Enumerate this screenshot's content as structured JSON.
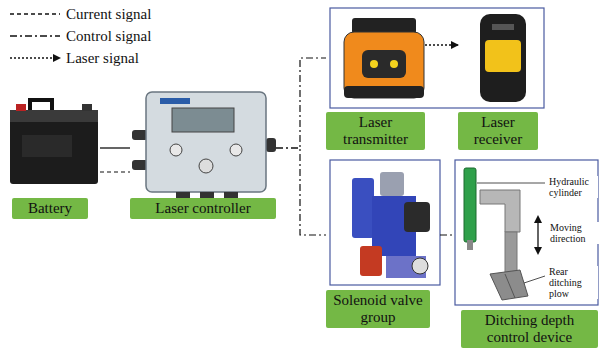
{
  "diagram": {
    "nodes": [
      {
        "text": [
          "Battery"
        ]
      },
      {
        "text": [
          "Laser controller"
        ]
      },
      {
        "text": [
          "Laser transmitter"
        ]
      },
      {
        "text": [
          "Laser receiver"
        ]
      },
      {
        "text": [
          "Solenoid valve group"
        ]
      },
      {
        "text": [
          "Ditching depth control device"
        ]
      }
    ],
    "edges": [
      {
        "from": 0,
        "to": 1,
        "arrow": "none"
      },
      {
        "from": 0,
        "to": 1,
        "arrow": "none"
      },
      {
        "from": 1,
        "to": 2,
        "arrow": "none"
      },
      {
        "from": 1,
        "to": 4,
        "arrow": "none"
      },
      {
        "from": 2,
        "to": 3,
        "arrow": "to"
      },
      {
        "from": 4,
        "to": 5,
        "arrow": "none"
      }
    ],
    "labels": [
      "Hydraulic cylinder",
      "Moving direction",
      "Rear ditching plow"
    ],
    "legend": [
      {
        "text": "Current signal"
      },
      {
        "text": "Control signal"
      },
      {
        "text": "Laser signal"
      }
    ]
  }
}
